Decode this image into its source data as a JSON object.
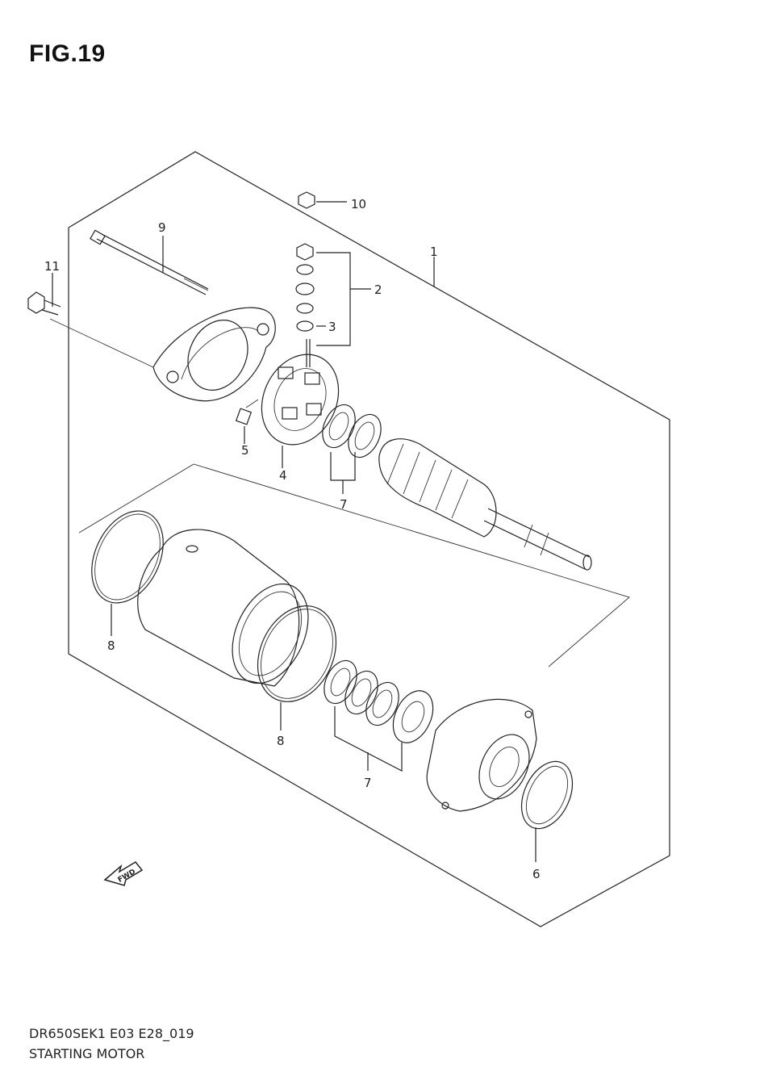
{
  "figure": {
    "title": "FIG.19",
    "model_code": "DR650SEK1 E03 E28_019",
    "name": "STARTING MOTOR"
  },
  "callouts": {
    "c1": "1",
    "c2": "2",
    "c3": "3",
    "c4": "4",
    "c5": "5",
    "c6": "6",
    "c7a": "7",
    "c7b": "7",
    "c8a": "8",
    "c8b": "8",
    "c9": "9",
    "c10": "10",
    "c11": "11"
  },
  "fwd_label": "FWD"
}
